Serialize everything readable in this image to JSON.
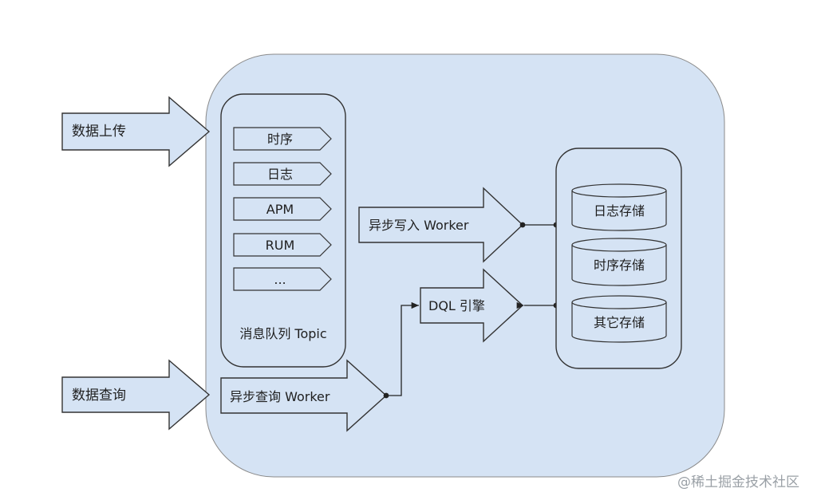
{
  "inputs": {
    "data_upload": "数据上传",
    "data_query": "数据查询"
  },
  "queue": {
    "title": "消息队列 Topic",
    "topics": [
      "时序",
      "日志",
      "APM",
      "RUM",
      "..."
    ]
  },
  "workers": {
    "async_write": "异步写入 Worker",
    "async_query": "异步查询 Worker",
    "dql_engine": "DQL 引擎"
  },
  "storage": [
    "日志存储",
    "时序存储",
    "其它存储"
  ],
  "watermark": "@稀土掘金技术社区",
  "colors": {
    "fill": "#d5e3f4",
    "stroke": "#333333",
    "background": "#ffffff"
  }
}
